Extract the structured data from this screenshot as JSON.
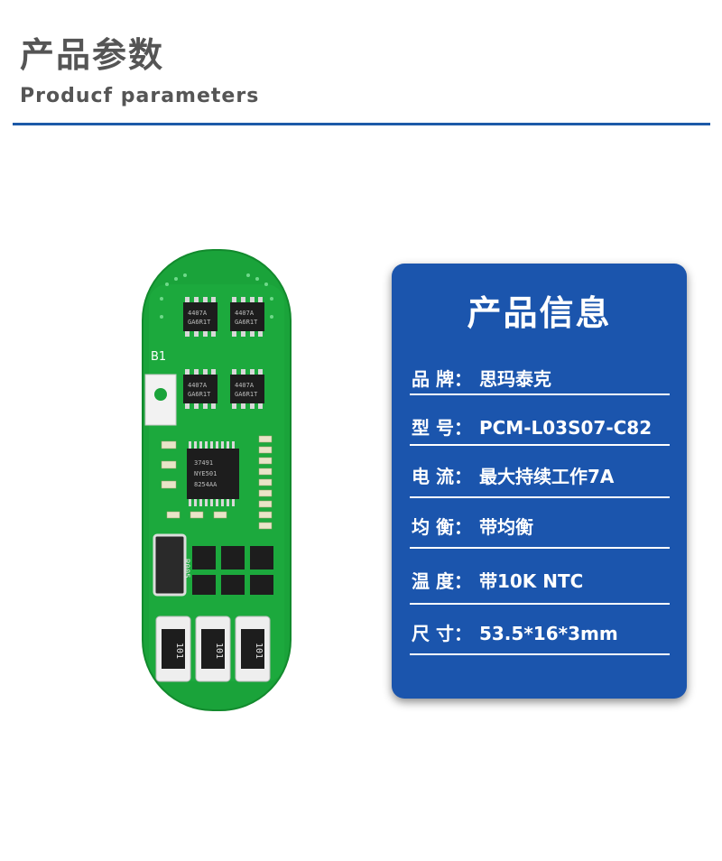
{
  "header": {
    "title_cn": "产品参数",
    "title_en": "Producf  parameters"
  },
  "product_image": {
    "board_label": "B1",
    "chip_labels": [
      "4407A",
      "GA6R1T",
      "8254AA",
      "37491",
      "NYE501"
    ],
    "resistor_label": "R005",
    "fuse_label": "101"
  },
  "info_card": {
    "title": "产品信息",
    "rows": [
      {
        "label": "品 牌：",
        "value": "思玛泰克"
      },
      {
        "label": "型  号：",
        "value": "PCM-L03S07-C82"
      },
      {
        "label": "电  流：",
        "value": "最大持续工作7A"
      },
      {
        "label": "均  衡：",
        "value": "带均衡"
      },
      {
        "label": "温  度：",
        "value": "带10K NTC"
      },
      {
        "label": "尺  寸：",
        "value": "53.5*16*3mm"
      }
    ]
  },
  "colors": {
    "accent_blue": "#1b55ad",
    "pcb_green": "#19a83a",
    "title_gray": "#555555"
  }
}
